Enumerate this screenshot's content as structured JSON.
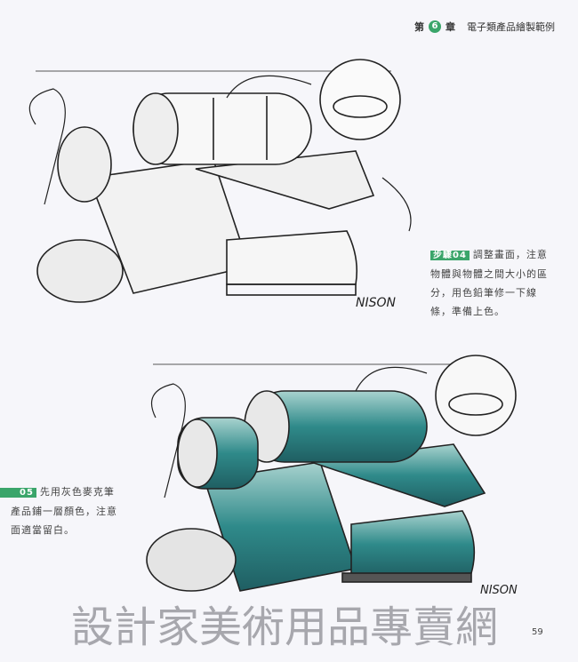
{
  "header": {
    "chapter_prefix": "第",
    "chapter_number": "6",
    "chapter_suffix": "章",
    "chapter_title": "電子類產品繪製範例"
  },
  "steps": [
    {
      "badge": "步驟04",
      "lines": [
        "調整畫面，注意",
        "物體與物體之間大小的區",
        "分，用色鉛筆修一下線",
        "條，準備上色。"
      ]
    },
    {
      "badge": "05",
      "lines": [
        "先用灰色麥克筆",
        "產品鋪一層顏色，注意",
        "面適當留白。"
      ]
    }
  ],
  "sketch_signature": "NISON",
  "watermark": "設計家美術用品專賣網",
  "page_number": "59",
  "colors": {
    "accent": "#3aa56a",
    "marker": "#2f8a8a"
  }
}
